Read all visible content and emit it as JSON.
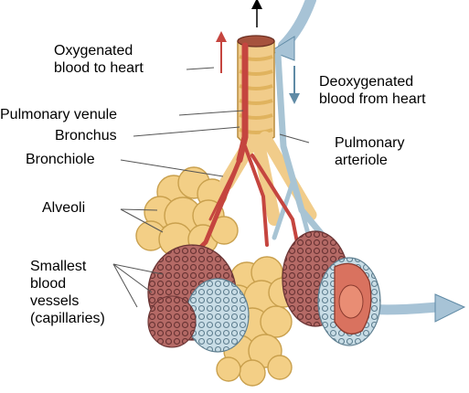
{
  "labels": {
    "oxygenated_line1": "Oxygenated",
    "oxygenated_line2": "blood to heart",
    "deoxygenated_line1": "Deoxygenated",
    "deoxygenated_line2": "blood from heart",
    "pulmonary_venule": "Pulmonary venule",
    "bronchus": "Bronchus",
    "bronchiole": "Bronchiole",
    "pulmonary_arteriole_line1": "Pulmonary",
    "pulmonary_arteriole_line2": "arteriole",
    "alveoli": "Alveoli",
    "capillaries_line1": "Smallest",
    "capillaries_line2": "blood",
    "capillaries_line3": "vessels",
    "capillaries_line4": "(capillaries)"
  },
  "colors": {
    "alveoli_fill": "#f3cf86",
    "alveoli_stroke": "#c9a04d",
    "airway": "#f1cc8a",
    "airway_ring": "#e6bf68",
    "venule_red": "#c5453f",
    "arteriole_blue": "#a8c4d4",
    "capillary_mesh": "#7d4a4a",
    "flow_arrow": "#a7c3d6"
  }
}
